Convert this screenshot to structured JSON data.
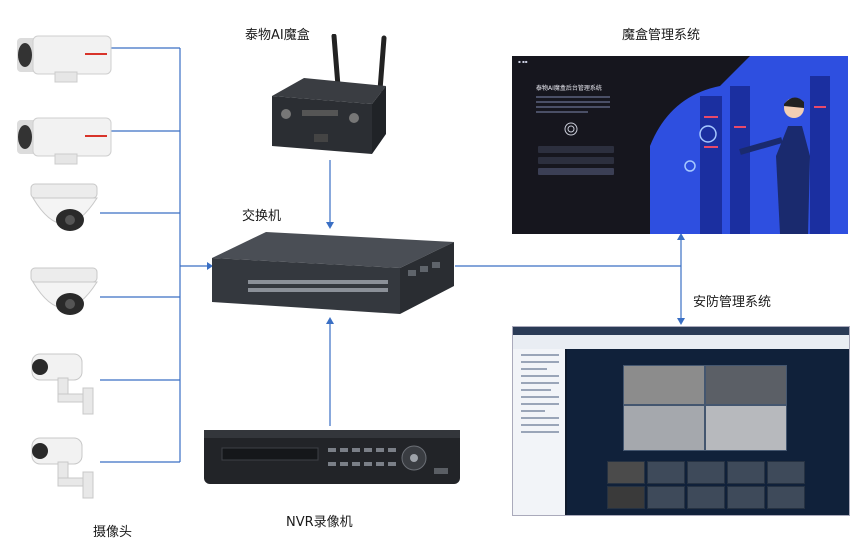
{
  "labels": {
    "ai_box": "泰物AI魔盒",
    "management_system": "魔盒管理系统",
    "switch": "交换机",
    "security_system": "安防管理系统",
    "cameras": "摄像头",
    "nvr": "NVR录像机"
  },
  "mgmt_screen": {
    "title": "泰物AI魔盒后台管理系统"
  },
  "colors": {
    "connector": "#3a6fc4",
    "device_dark": "#2b2e33",
    "camera_white": "#f0f0f0",
    "camera_red_stripe": "#d8342a",
    "mgmt_bg": "#16161e",
    "mgmt_art_blue": "#2e4fe0",
    "security_bg": "#0f1a2c"
  }
}
